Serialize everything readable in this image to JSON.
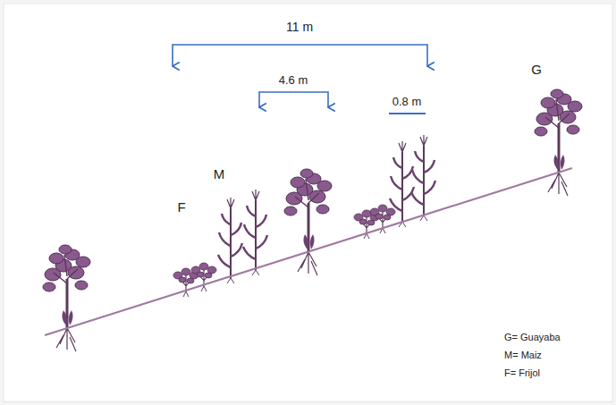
{
  "diagram": {
    "labels": [
      "11 m",
      "4.6 m",
      "0.8 m",
      "G",
      "M",
      "F",
      "G= Guayaba",
      "M= Maiz",
      "F= Frijol"
    ]
  }
}
